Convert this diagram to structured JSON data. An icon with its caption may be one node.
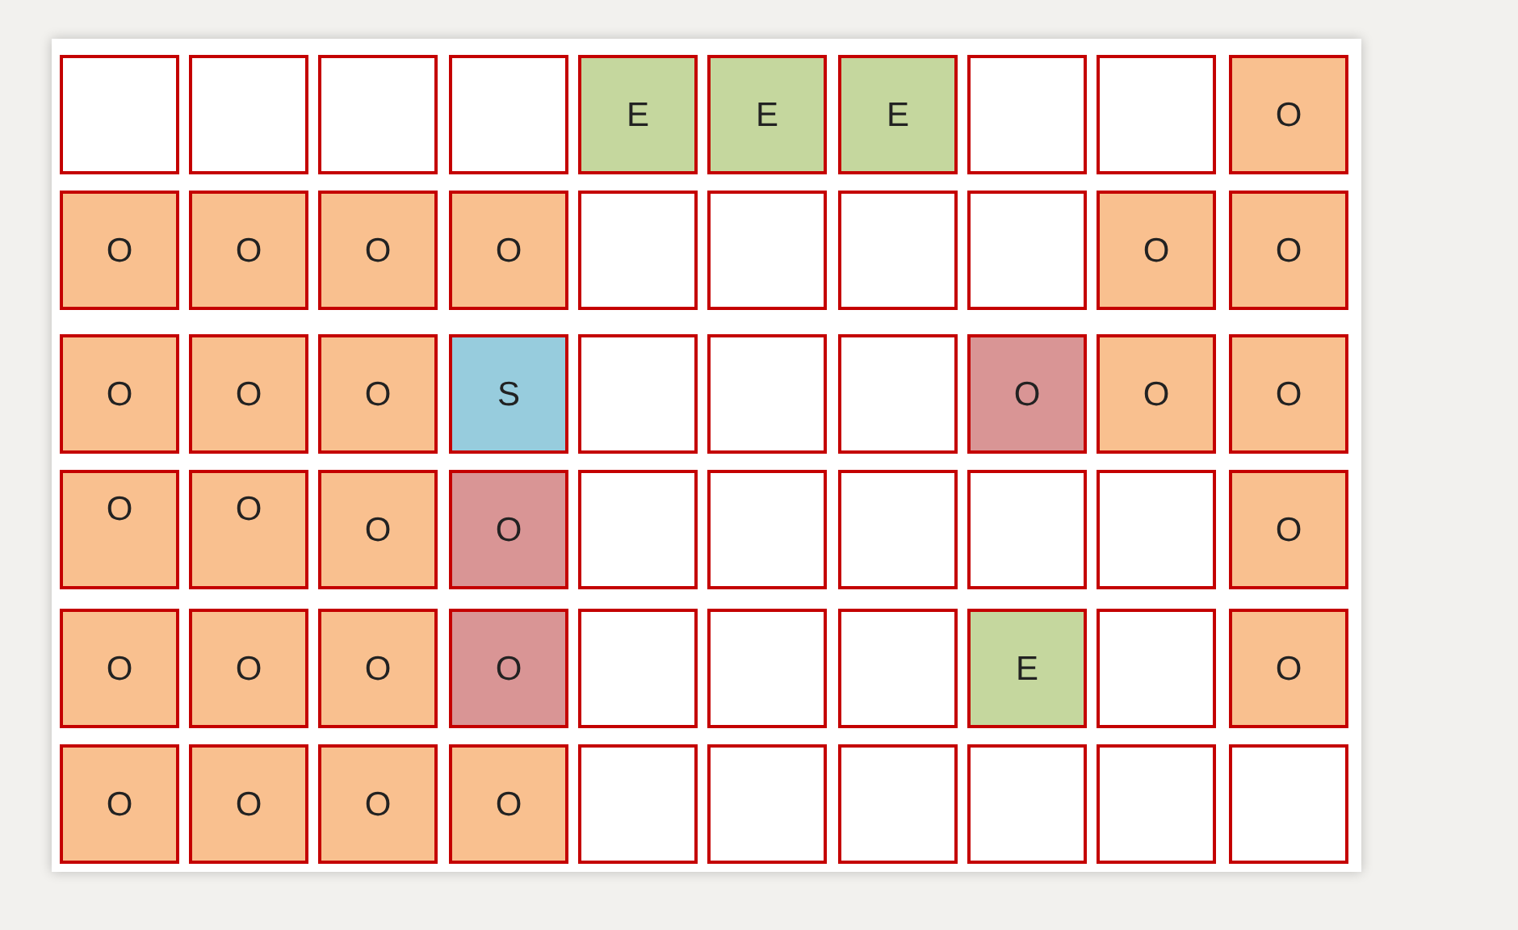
{
  "diagram": {
    "nodes": [
      {
        "text": [],
        "shape": "box"
      },
      {
        "text": [],
        "shape": "box"
      },
      {
        "text": [],
        "shape": "box"
      },
      {
        "text": [],
        "shape": "box"
      },
      {
        "text": [
          "E"
        ]
      },
      {
        "text": [
          "E"
        ]
      },
      {
        "text": [
          "E"
        ]
      },
      {
        "text": [],
        "shape": "box"
      },
      {
        "text": [],
        "shape": "box"
      },
      {
        "text": [
          "O"
        ]
      },
      {
        "text": [
          "O"
        ]
      },
      {
        "text": [
          "O"
        ]
      },
      {
        "text": [
          "O"
        ]
      },
      {
        "text": [
          "O"
        ]
      },
      {
        "text": [],
        "shape": "box"
      },
      {
        "text": [],
        "shape": "box"
      },
      {
        "text": [],
        "shape": "box"
      },
      {
        "text": [],
        "shape": "box"
      },
      {
        "text": [
          "O"
        ]
      },
      {
        "text": [
          "O"
        ]
      },
      {
        "text": [
          "O"
        ]
      },
      {
        "text": [
          "O"
        ]
      },
      {
        "text": [
          "O"
        ]
      },
      {
        "text": [
          "S"
        ]
      },
      {
        "text": [],
        "shape": "box"
      },
      {
        "text": [],
        "shape": "box"
      },
      {
        "text": [],
        "shape": "box"
      },
      {
        "text": [
          "O"
        ]
      },
      {
        "text": [
          "O"
        ]
      },
      {
        "text": [
          "O"
        ]
      },
      {
        "text": [
          "O"
        ]
      },
      {
        "text": [
          "O"
        ]
      },
      {
        "text": [
          "O"
        ]
      },
      {
        "text": [
          "O"
        ]
      },
      {
        "text": [],
        "shape": "box"
      },
      {
        "text": [],
        "shape": "box"
      },
      {
        "text": [],
        "shape": "box"
      },
      {
        "text": [],
        "shape": "box"
      },
      {
        "text": [],
        "shape": "box"
      },
      {
        "text": [
          "O"
        ]
      },
      {
        "text": [
          "O"
        ]
      },
      {
        "text": [
          "O"
        ]
      },
      {
        "text": [
          "O"
        ]
      },
      {
        "text": [
          "O"
        ]
      },
      {
        "text": [],
        "shape": "box"
      },
      {
        "text": [],
        "shape": "box"
      },
      {
        "text": [],
        "shape": "box"
      },
      {
        "text": [
          "E"
        ]
      },
      {
        "text": [],
        "shape": "box"
      },
      {
        "text": [
          "O"
        ]
      },
      {
        "text": [
          "O"
        ]
      },
      {
        "text": [
          "O"
        ]
      },
      {
        "text": [
          "O"
        ]
      },
      {
        "text": [
          "O"
        ]
      },
      {
        "text": [],
        "shape": "box"
      },
      {
        "text": [],
        "shape": "box"
      },
      {
        "text": [],
        "shape": "box"
      },
      {
        "text": [],
        "shape": "box"
      },
      {
        "text": [],
        "shape": "box"
      },
      {
        "text": [],
        "shape": "box"
      }
    ]
  }
}
